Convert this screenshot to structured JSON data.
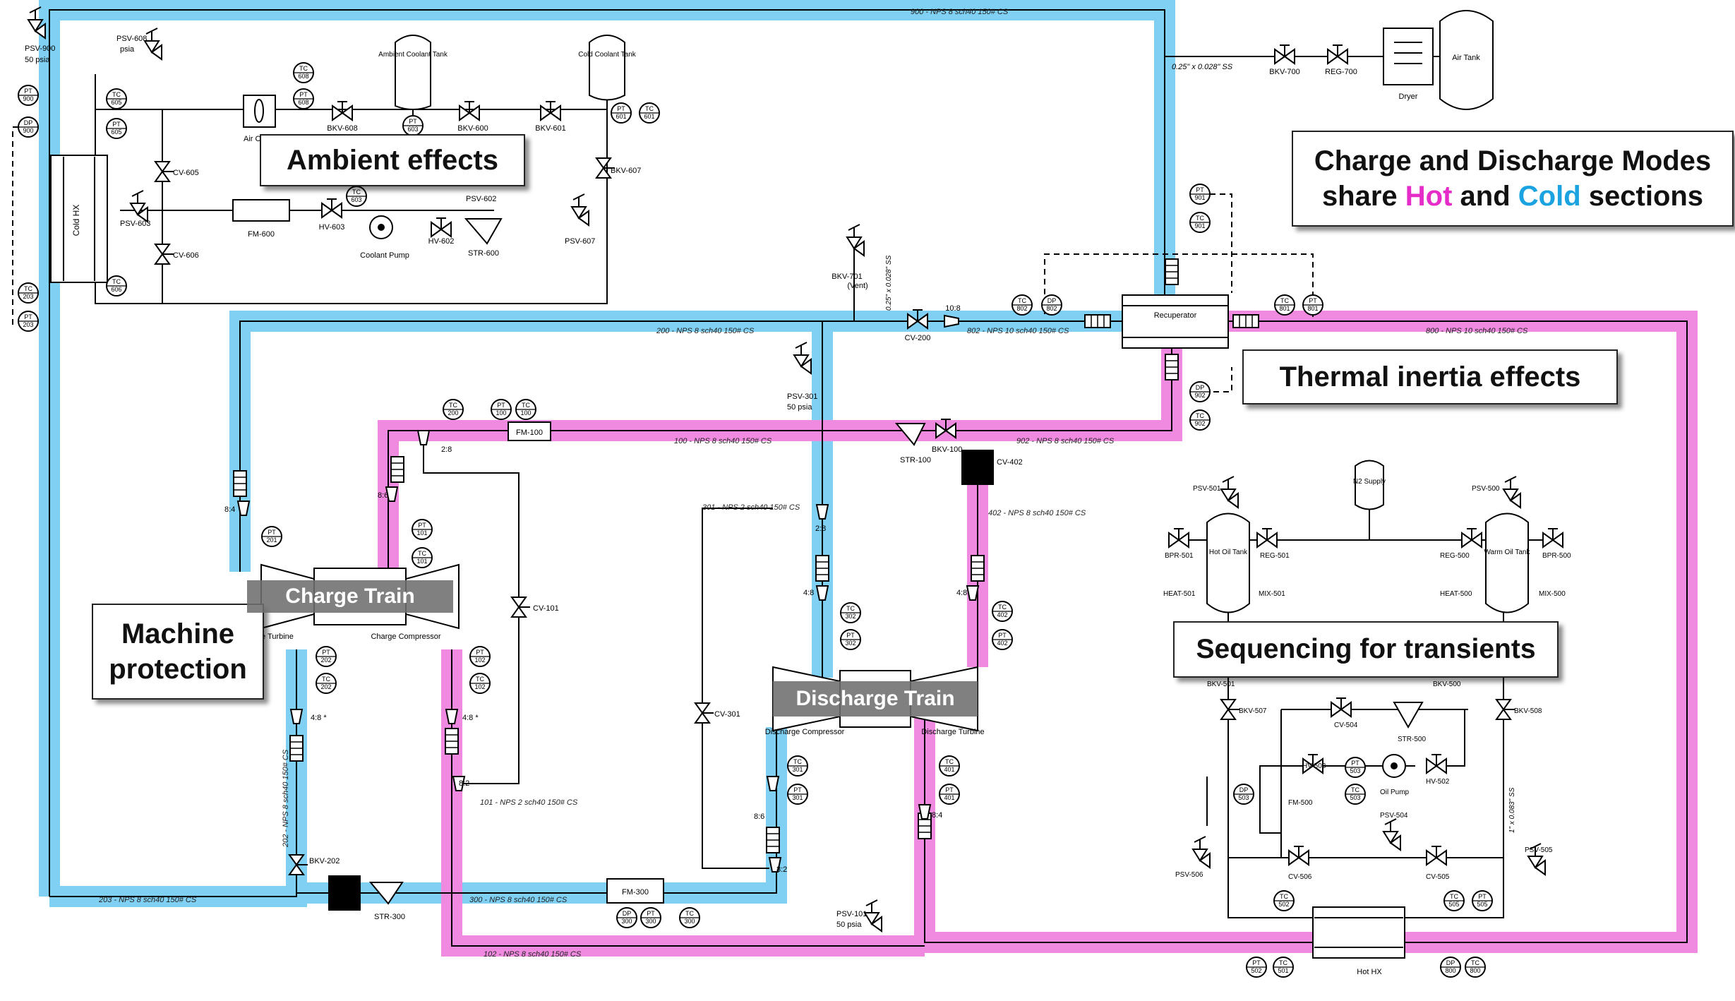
{
  "callouts": {
    "ambient": "Ambient effects",
    "thermal": "Thermal inertia effects",
    "sequencing": "Sequencing for transients",
    "machine_line1": "Machine",
    "machine_line2": "protection",
    "legend_line1": "Charge and Discharge Modes",
    "legend_pre": "share ",
    "legend_hot": "Hot",
    "legend_mid": " and ",
    "legend_cold": "Cold",
    "legend_post": " sections"
  },
  "trains": {
    "charge": "Charge Train",
    "discharge": "Discharge Train"
  },
  "colors": {
    "hot": "#e62cc8",
    "cold": "#1aa3e0",
    "hot_fill": "#f08ae0",
    "cold_fill": "#7fd0f2"
  },
  "pipes": {
    "p900": "900 - NPS 8 sch40 150# CS",
    "p200": "200 - NPS 8 sch40 150# CS",
    "p802": "802 - NPS 10 sch40 150# CS",
    "p800": "800 - NPS 10 sch40 150# CS",
    "p100": "100 - NPS 8 sch40 150# CS",
    "p902": "902 - NPS 8 sch40 150# CS",
    "p301": "301 - NPS 2 sch40 150# CS",
    "p402": "402 - NPS 8 sch40 150# CS",
    "p101": "101 - NPS 2 sch40 150# CS",
    "p203": "203 - NPS 8 sch40 150# CS",
    "p300": "300 - NPS 8 sch40 150# CS",
    "p102": "102 - NPS 8 sch40 150# CS",
    "p202": "202 - NPS 8 sch40 150# CS",
    "tube1": "0.25\" x 0.028\" SS",
    "tube2": "0.25\" x 0.028\" SS",
    "tube3": "1\" x 0.083\" SS"
  },
  "equipment": {
    "ambient_tank": "Ambient Coolant Tank",
    "cold_tank": "Cold Coolant Tank",
    "air_tank": "Air Tank",
    "dryer": "Dryer",
    "recuperator": "Recuperator",
    "cold_hx": "Cold HX",
    "hot_hx": "Hot HX",
    "n2": "N2 Supply",
    "hot_oil_tank": "Hot Oil Tank",
    "warm_oil_tank": "Warm Oil Tank",
    "coolant_pump": "Coolant Pump",
    "oil_pump": "Oil Pump",
    "charge_compressor": "Charge Compressor",
    "charge_turbine": "Charge Turbine",
    "discharge_compressor": "Discharge Compressor",
    "discharge_turbine": "Discharge Turbine",
    "air_cooler": "Air C"
  },
  "tags": {
    "psv900": "PSV-900",
    "psv900b": "50 psia",
    "psv608": "PSV-608",
    "psv608b": "psia",
    "bkv700": "BKV-700",
    "reg700": "REG-700",
    "bkv608": "BKV-608",
    "bkv600": "BKV-600",
    "bkv601": "BKV-601",
    "bkv607": "BKV-607",
    "psv607": "PSV-607",
    "psv602": "PSV-602",
    "cv605": "CV-605",
    "cv606": "CV-606",
    "psv603": "PSV-603",
    "fm600": "FM-600",
    "hv603": "HV-603",
    "hv602": "HV-602",
    "str600": "STR-600",
    "bkv701": "BKV-701",
    "vent": "(Vent)",
    "cv200": "CV-200",
    "r108": "10:8",
    "psv301": "PSV-301",
    "psv301b": "50 psia",
    "fm100": "FM-100",
    "str100": "STR-100",
    "bkv100": "BKV-100",
    "cv402": "CV-402",
    "r28": "2:8",
    "r28b": "2:8",
    "r84": "8:4",
    "r86": "8:6",
    "r48a": "4:8",
    "r48b": "4:8 *",
    "r48c": "4:8 *",
    "r48d": "4:8",
    "r82": "8:2",
    "r82b": "8:2",
    "r86b": "8:6",
    "r84b": "8:4",
    "cv101": "CV-101",
    "cv301": "CV-301",
    "bkv202": "BKV-202",
    "str300": "STR-300",
    "fm300": "FM-300",
    "psv101": "PSV-101",
    "psv101b": "50 psia",
    "psv501": "PSV-501",
    "psv500": "PSV-500",
    "bpr501": "BPR-501",
    "reg501": "REG-501",
    "reg500": "REG-500",
    "bpr500": "BPR-500",
    "heat501": "HEAT-501",
    "mix501": "MIX-501",
    "heat500": "HEAT-500",
    "mix500": "MIX-500",
    "bkv501": "BKV-501",
    "bkv500": "BKV-500",
    "bkv507": "BKV-507",
    "bkv508": "BKV-508",
    "cv504": "CV-504",
    "str500": "STR-500",
    "hv503": "HV-503",
    "hv502": "HV-502",
    "fm500": "FM-500",
    "psv504": "PSV-504",
    "psv506": "PSV-506",
    "cv506": "CV-506",
    "cv505": "CV-505",
    "psv505": "PSV-505"
  },
  "instruments": {
    "pt900": "PT 900",
    "dp900": "DP 900",
    "tc203": "TC 203",
    "pt203": "PT 203",
    "tc608": "TC 608",
    "pt608": "PT 608",
    "tc605": "TC 605",
    "pt605": "PT 605",
    "tc603": "TC 603",
    "pt601": "PT 601",
    "tc601": "TC 601",
    "tc606": "TC 606",
    "pt603": "PT 603",
    "pt901": "PT 901",
    "tc901": "TC 901",
    "dp902": "DP 902",
    "tc902": "TC 902",
    "tc802": "TC 802",
    "dp802": "DP 802",
    "tc801": "TC 801",
    "pt801": "PT 801",
    "tc200": "TC 200",
    "pt100": "PT 100",
    "tc100": "TC 100",
    "pt201": "PT 201",
    "pt101": "PT 101",
    "tc101": "TC 101",
    "pt202": "PT 202",
    "tc202": "TC 202",
    "pt102": "PT 102",
    "tc102": "TC 102",
    "tc302": "TC 302",
    "pt302": "PT 302",
    "tc402": "TC 402",
    "pt402": "PT 402",
    "tc301": "TC 301",
    "pt301": "PT 301",
    "tc401": "TC 401",
    "pt401": "PT 401",
    "dp300": "DP 300",
    "pt300": "PT 300",
    "tc300": "TC 300",
    "pt503": "PT 503",
    "tc503": "TC 503",
    "dp503": "DP 503",
    "tc502": "TC 502",
    "tc505": "TC 505",
    "pt505": "PT 505",
    "pt502": "PT 502",
    "tc501": "TC 501",
    "dp800": "DP 800",
    "tc800": "TC 800"
  }
}
